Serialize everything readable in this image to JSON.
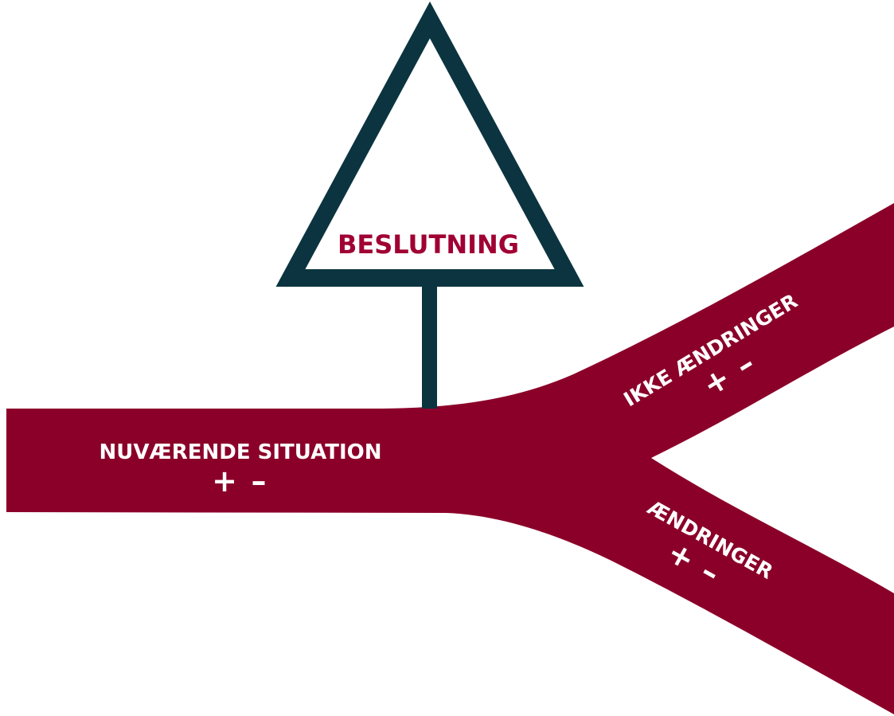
{
  "colors": {
    "road": "#8b0029",
    "sign_outline": "#0b3440",
    "sign_fill": "#ffffff",
    "sign_text": "#a00033",
    "road_text": "#ffffff"
  },
  "sign": {
    "label": "BESLUTNING"
  },
  "main_road": {
    "label": "NUVÆRENDE SITUATION",
    "plus": "+",
    "minus": "–"
  },
  "branch_upper": {
    "label": "IKKE ÆNDRINGER",
    "plus": "+",
    "minus": "–"
  },
  "branch_lower": {
    "label": "ÆNDRINGER",
    "plus": "+",
    "minus": "–"
  }
}
